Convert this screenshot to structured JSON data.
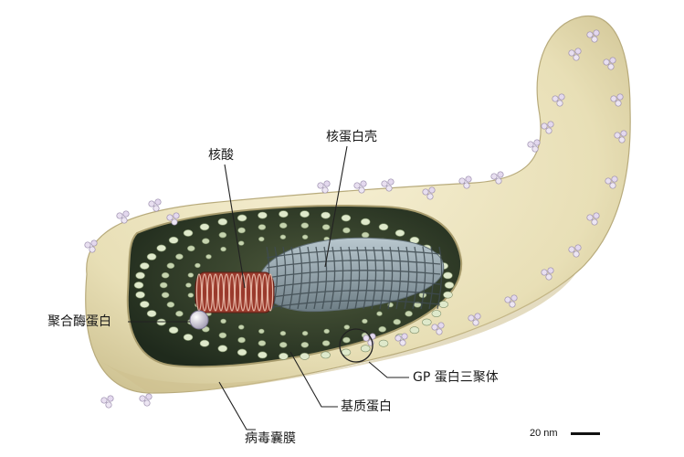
{
  "labels": {
    "nucleic_acid": "核酸",
    "nucleocapsid": "核蛋白壳",
    "polymerase": "聚合酶蛋白",
    "gp_trimer": "GP 蛋白三聚体",
    "matrix_protein": "基质蛋白",
    "envelope": "病毒囊膜"
  },
  "scale_bar": {
    "text": "20 nm"
  },
  "colors": {
    "envelope": "#ece3bf",
    "envelope_shade": "#d2c79a",
    "interior": "#2f3a2a",
    "matrix_bead": "#d9e6c6",
    "nucleocapsid": "#8f9ea4",
    "rna_coil": "#8a2f22",
    "glycoprotein": "#e6dcec"
  }
}
